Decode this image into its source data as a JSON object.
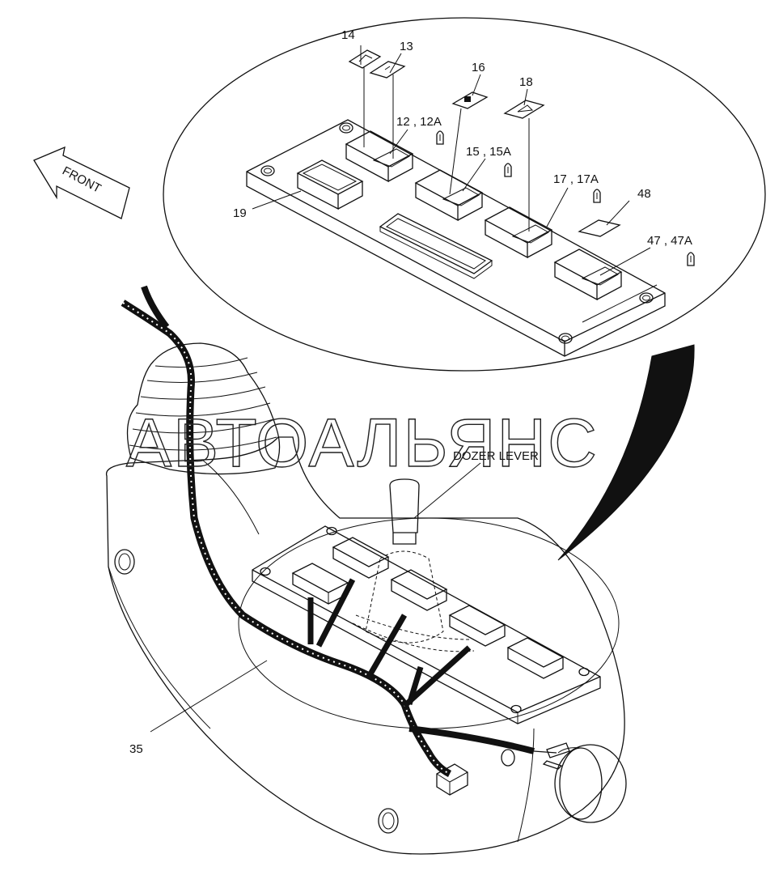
{
  "labels": {
    "p14": "14",
    "p13": "13",
    "p16": "16",
    "p18": "18",
    "p12": "12 , 12A",
    "p15": "15 , 15A",
    "p17": "17 , 17A",
    "p48": "48",
    "p47": "47 , 47A",
    "p19": "19",
    "p35": "35",
    "dozer": "DOZER LEVER"
  },
  "front_arrow": "FRONT",
  "watermark": "АВТОАЛЬЯНС"
}
